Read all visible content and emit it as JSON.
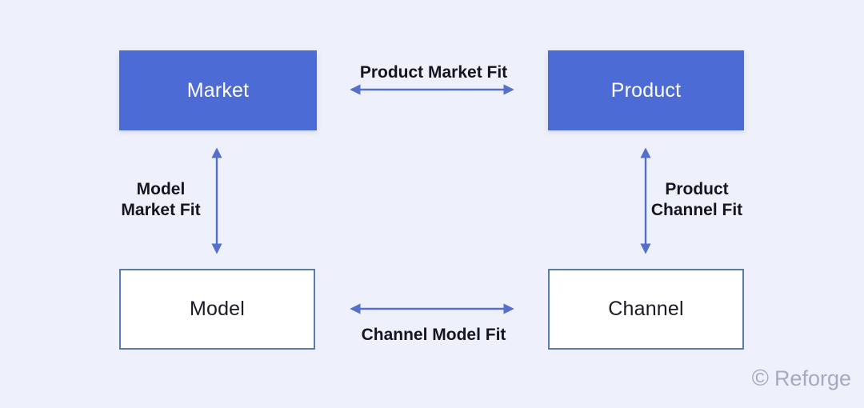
{
  "diagram": {
    "nodes": [
      {
        "id": "market",
        "label": "Market",
        "variant": "filled"
      },
      {
        "id": "product",
        "label": "Product",
        "variant": "filled"
      },
      {
        "id": "model",
        "label": "Model",
        "variant": "outline"
      },
      {
        "id": "channel",
        "label": "Channel",
        "variant": "outline"
      }
    ],
    "edges": [
      {
        "id": "product-market-fit",
        "label": "Product Market Fit",
        "from": "market",
        "to": "product",
        "direction": "bidirectional",
        "orientation": "horizontal"
      },
      {
        "id": "model-market-fit",
        "label": "Model Market Fit",
        "label_lines": [
          "Model",
          "Market Fit"
        ],
        "from": "market",
        "to": "model",
        "direction": "bidirectional",
        "orientation": "vertical"
      },
      {
        "id": "product-channel-fit",
        "label": "Product Channel Fit",
        "label_lines": [
          "Product",
          "Channel Fit"
        ],
        "from": "product",
        "to": "channel",
        "direction": "bidirectional",
        "orientation": "vertical"
      },
      {
        "id": "channel-model-fit",
        "label": "Channel Model Fit",
        "from": "channel",
        "to": "model",
        "direction": "bidirectional",
        "orientation": "horizontal"
      }
    ]
  },
  "watermark": {
    "symbol": "©",
    "text": "Reforge"
  },
  "colors": {
    "background": "#EEF0FB",
    "node_fill": "#4D6BD4",
    "node_text_light": "#FFFFFF",
    "node_outline_border": "#5B7CA8",
    "node_outline_fill": "#FFFFFF",
    "node_text_dark": "#1B1B26",
    "arrow": "#5570CC",
    "edge_label_text": "#15151F",
    "watermark_text": "#A6AABE"
  }
}
